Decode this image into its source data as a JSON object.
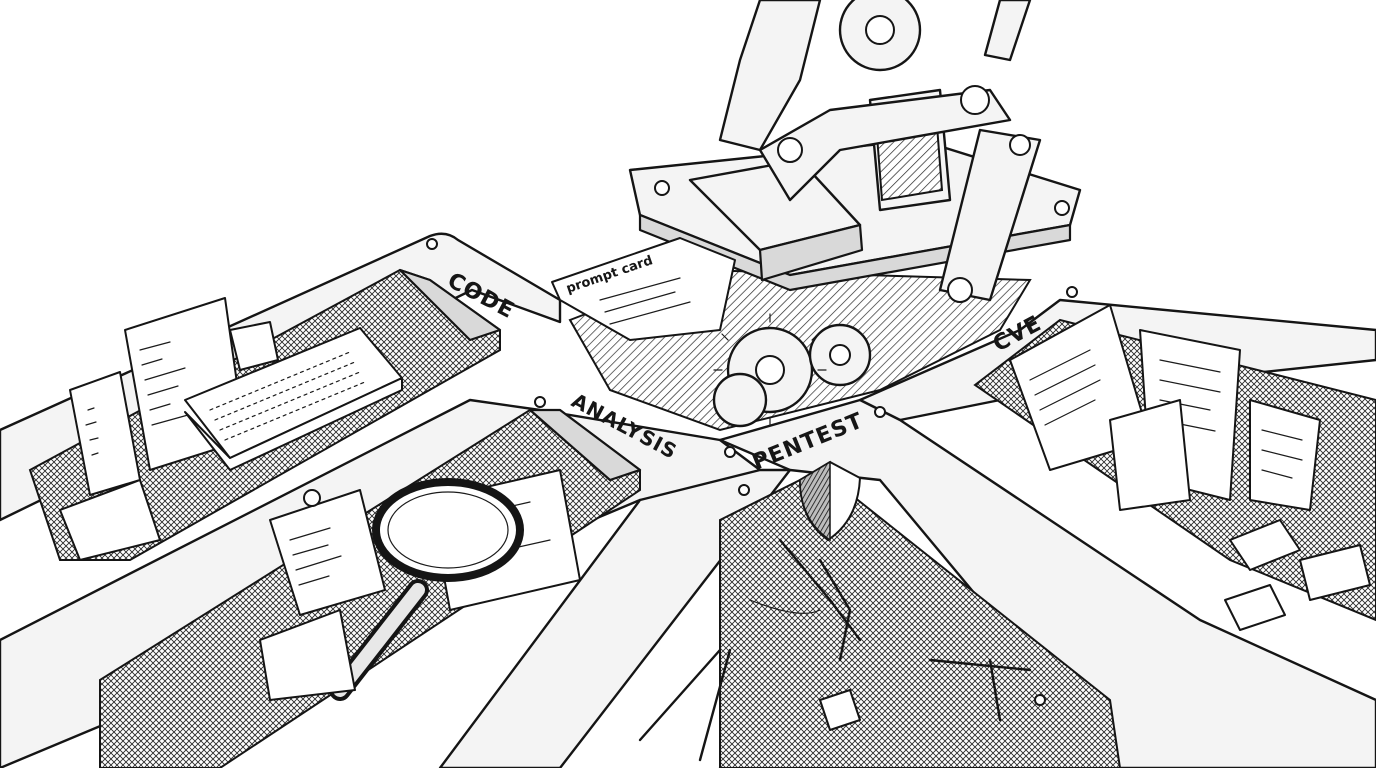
{
  "labels": {
    "code": "CODE",
    "analysis": "ANALYSIS",
    "pentest": "PENTEST",
    "cve": "CVE",
    "prompt_card": "prompt card"
  }
}
